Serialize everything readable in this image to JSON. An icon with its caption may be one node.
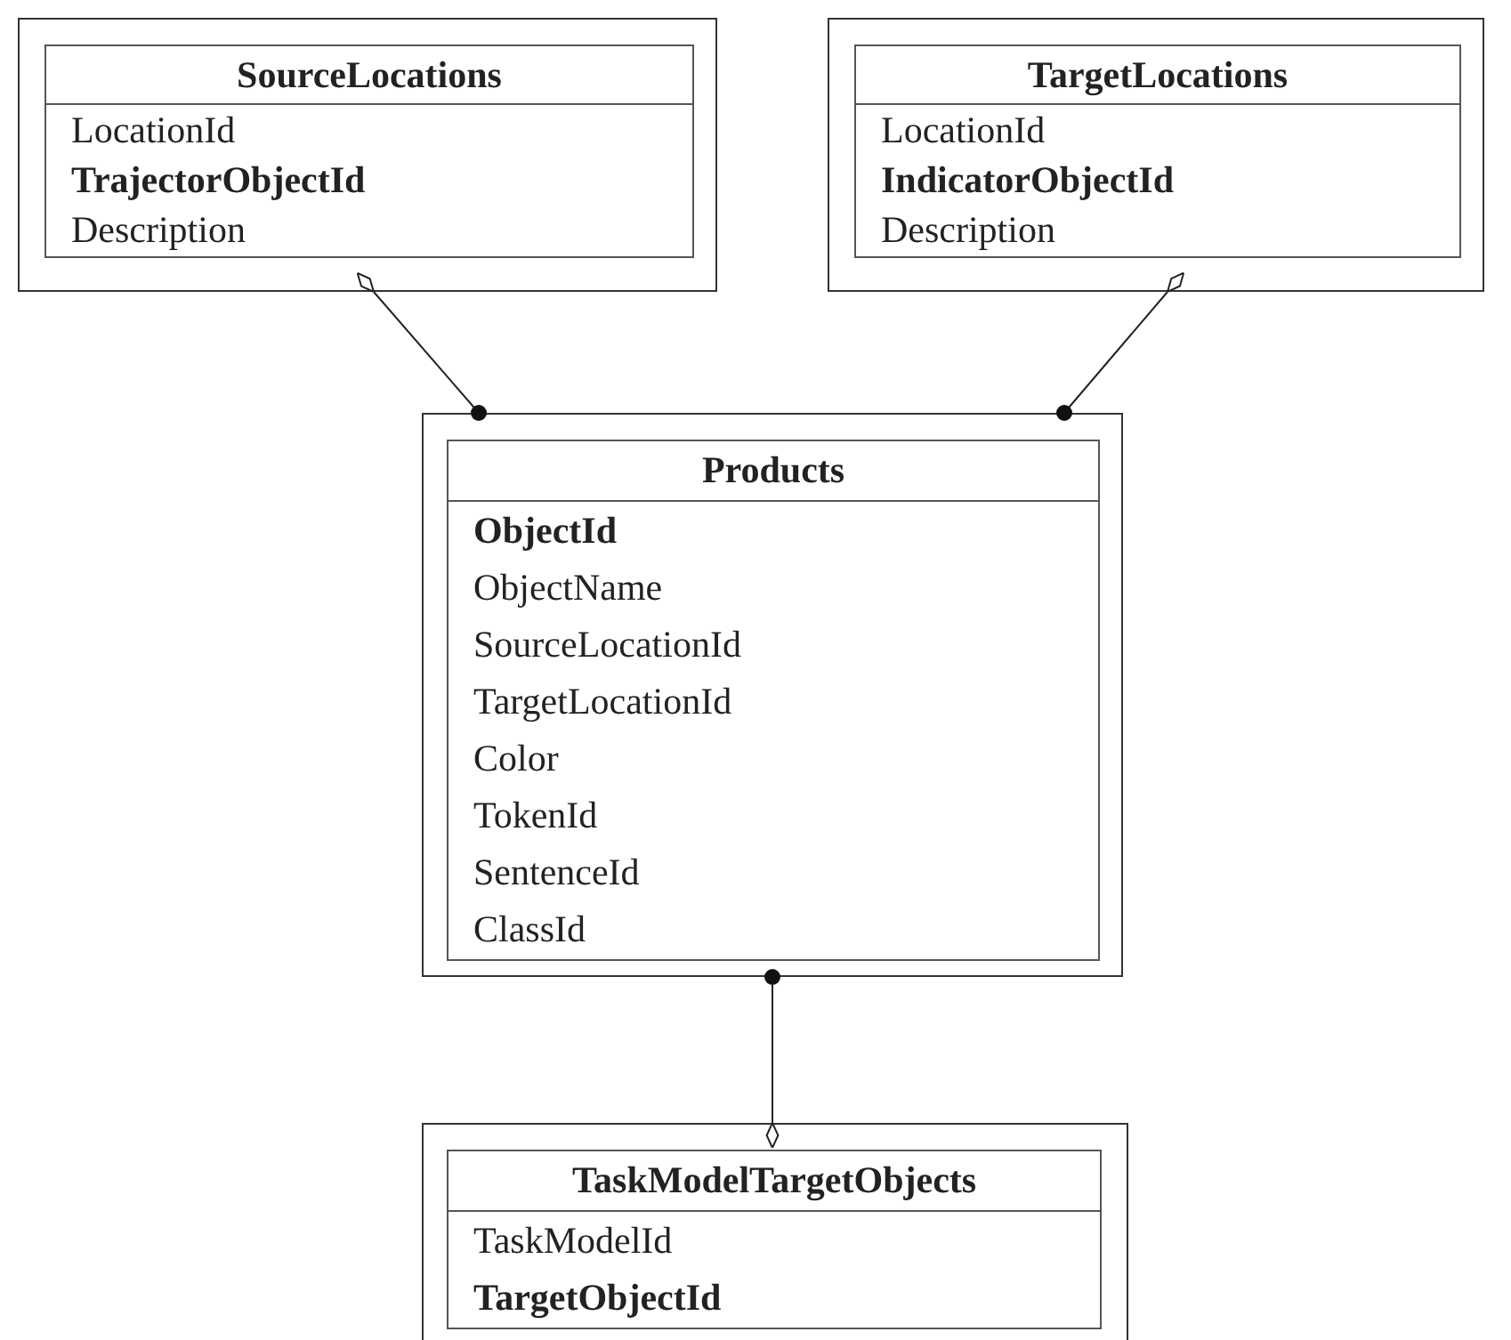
{
  "diagram": {
    "nodes": [
      {
        "text": [
          "SourceLocations",
          "LocationId",
          "**TrajectorObjectId**",
          "Description"
        ]
      },
      {
        "text": [
          "TargetLocations",
          "LocationId",
          "**IndicatorObjectId**",
          "Description"
        ]
      },
      {
        "text": [
          "Products",
          "**ObjectId**",
          "ObjectName",
          "SourceLocationId",
          "TargetLocationId",
          "Color",
          "TokenId",
          "SentenceId",
          "ClassId"
        ]
      },
      {
        "text": [
          "TaskModelTargetObjects",
          "TaskModelId",
          "**TargetObjectId**"
        ]
      }
    ],
    "edges": [
      {
        "from": 0,
        "to": 2,
        "arrow": "other"
      },
      {
        "from": 1,
        "to": 2,
        "arrow": "other"
      },
      {
        "from": 3,
        "to": 2,
        "arrow": "other"
      }
    ]
  }
}
